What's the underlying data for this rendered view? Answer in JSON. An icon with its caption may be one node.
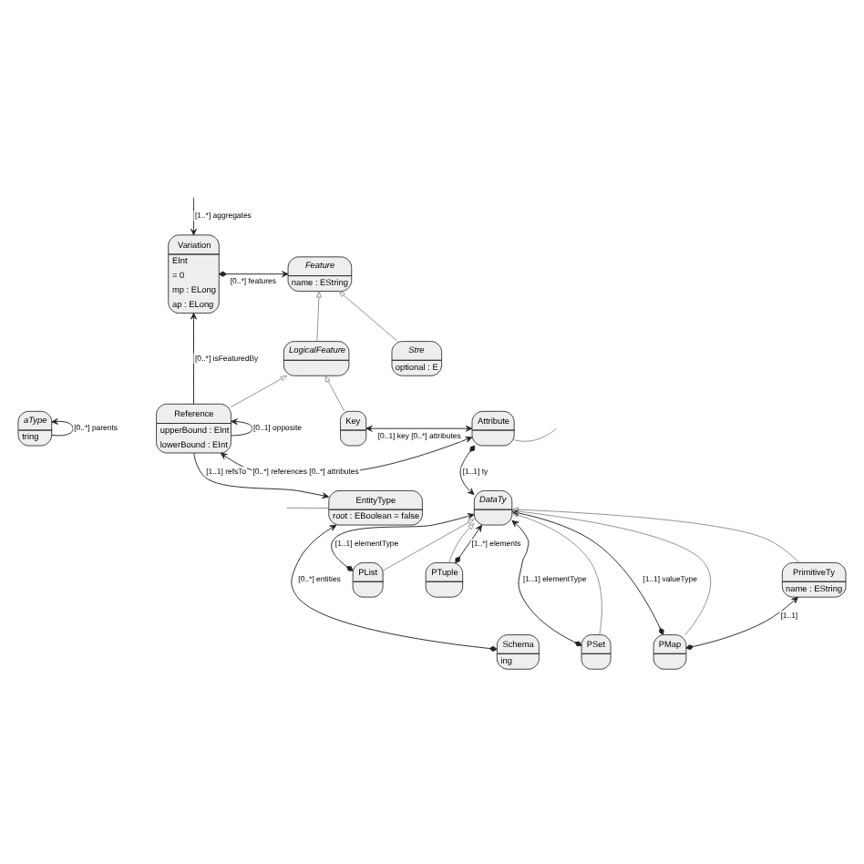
{
  "diagram": {
    "nodes": [
      {
        "text": [
          "Variation",
          "EInt",
          "= 0",
          "mp : ELong",
          "ap : ELong"
        ]
      },
      {
        "text": [
          "Feature",
          "name : EString"
        ]
      },
      {
        "text": [
          "LogicalFeature"
        ]
      },
      {
        "text": [
          "Stre",
          "optional : E"
        ]
      },
      {
        "text": [
          "Reference",
          "upperBound : EInt",
          "lowerBound : EInt"
        ]
      },
      {
        "text": [
          "Key"
        ]
      },
      {
        "text": [
          "Attribute"
        ]
      },
      {
        "text": [
          "aType",
          "tring"
        ]
      },
      {
        "text": [
          "DataTy"
        ]
      },
      {
        "text": [
          "EntityType",
          "root : EBoolean = false"
        ]
      },
      {
        "text": [
          "PList"
        ]
      },
      {
        "text": [
          "PTuple"
        ]
      },
      {
        "text": [
          "PrimitiveTy",
          "name : EString"
        ]
      },
      {
        "text": [
          "Schema",
          "ing"
        ]
      },
      {
        "text": [
          "PSet"
        ]
      },
      {
        "text": [
          "PMap"
        ]
      }
    ],
    "edges": [
      {
        "from": null,
        "to": 0,
        "arrow": "to",
        "label": "[1..*] aggregates"
      },
      {
        "from": 0,
        "to": 1,
        "arrow": "to",
        "label": "[0..*] features"
      },
      {
        "from": 4,
        "to": 0,
        "arrow": "to",
        "label": "[0..*] isFeaturedBy"
      },
      {
        "from": 2,
        "to": 1,
        "arrow": "to",
        "color": "#8c8c8c"
      },
      {
        "from": 3,
        "to": 1,
        "arrow": "to",
        "color": "#8c8c8c"
      },
      {
        "from": 4,
        "to": 2,
        "arrow": "to",
        "color": "#8c8c8c"
      },
      {
        "from": 5,
        "to": 2,
        "arrow": "to",
        "color": "#8c8c8c"
      },
      {
        "from": 7,
        "to": 7,
        "arrow": "to",
        "label": "[0..*] parents"
      },
      {
        "from": 4,
        "to": 4,
        "arrow": "to",
        "label": "[0..1] opposite"
      },
      {
        "from": 5,
        "to": 6,
        "arrow": "both",
        "label": "[0..1] key [0..*] attributes"
      },
      {
        "from": 4,
        "to": 6,
        "arrow": "both",
        "label": "[0..*] references [0..*] attributes"
      },
      {
        "from": 6,
        "to": null,
        "arrow": "none",
        "color": "#8c8c8c"
      },
      {
        "from": 6,
        "to": 8,
        "arrow": "to",
        "label": "[1..1] ty"
      },
      {
        "from": 4,
        "to": 9,
        "arrow": "to",
        "label": "[1..1] refsTo"
      },
      {
        "from": 13,
        "to": 9,
        "arrow": "to",
        "label": "[0..*] entities"
      },
      {
        "from": 9,
        "to": null,
        "arrow": "none",
        "color": "#8c8c8c"
      },
      {
        "from": 10,
        "to": 8,
        "arrow": "to",
        "label": "[1..1] elementType"
      },
      {
        "from": 14,
        "to": 8,
        "arrow": "to",
        "label": "[1..1] elementType"
      },
      {
        "from": 11,
        "to": 8,
        "arrow": "to",
        "label": "[1..*] elements"
      },
      {
        "from": 15,
        "to": 8,
        "arrow": "to",
        "label": "[1..1] valueType"
      },
      {
        "from": 15,
        "to": 12,
        "arrow": "to",
        "label": "[1..1]"
      },
      {
        "from": 10,
        "to": 8,
        "arrow": "to",
        "color": "#8c8c8c"
      },
      {
        "from": 11,
        "to": 8,
        "arrow": "to",
        "color": "#8c8c8c"
      },
      {
        "from": 12,
        "to": 8,
        "arrow": "to",
        "color": "#8c8c8c"
      },
      {
        "from": 14,
        "to": 8,
        "arrow": "to",
        "color": "#8c8c8c"
      },
      {
        "from": 15,
        "to": 8,
        "arrow": "to",
        "color": "#8c8c8c"
      }
    ]
  }
}
